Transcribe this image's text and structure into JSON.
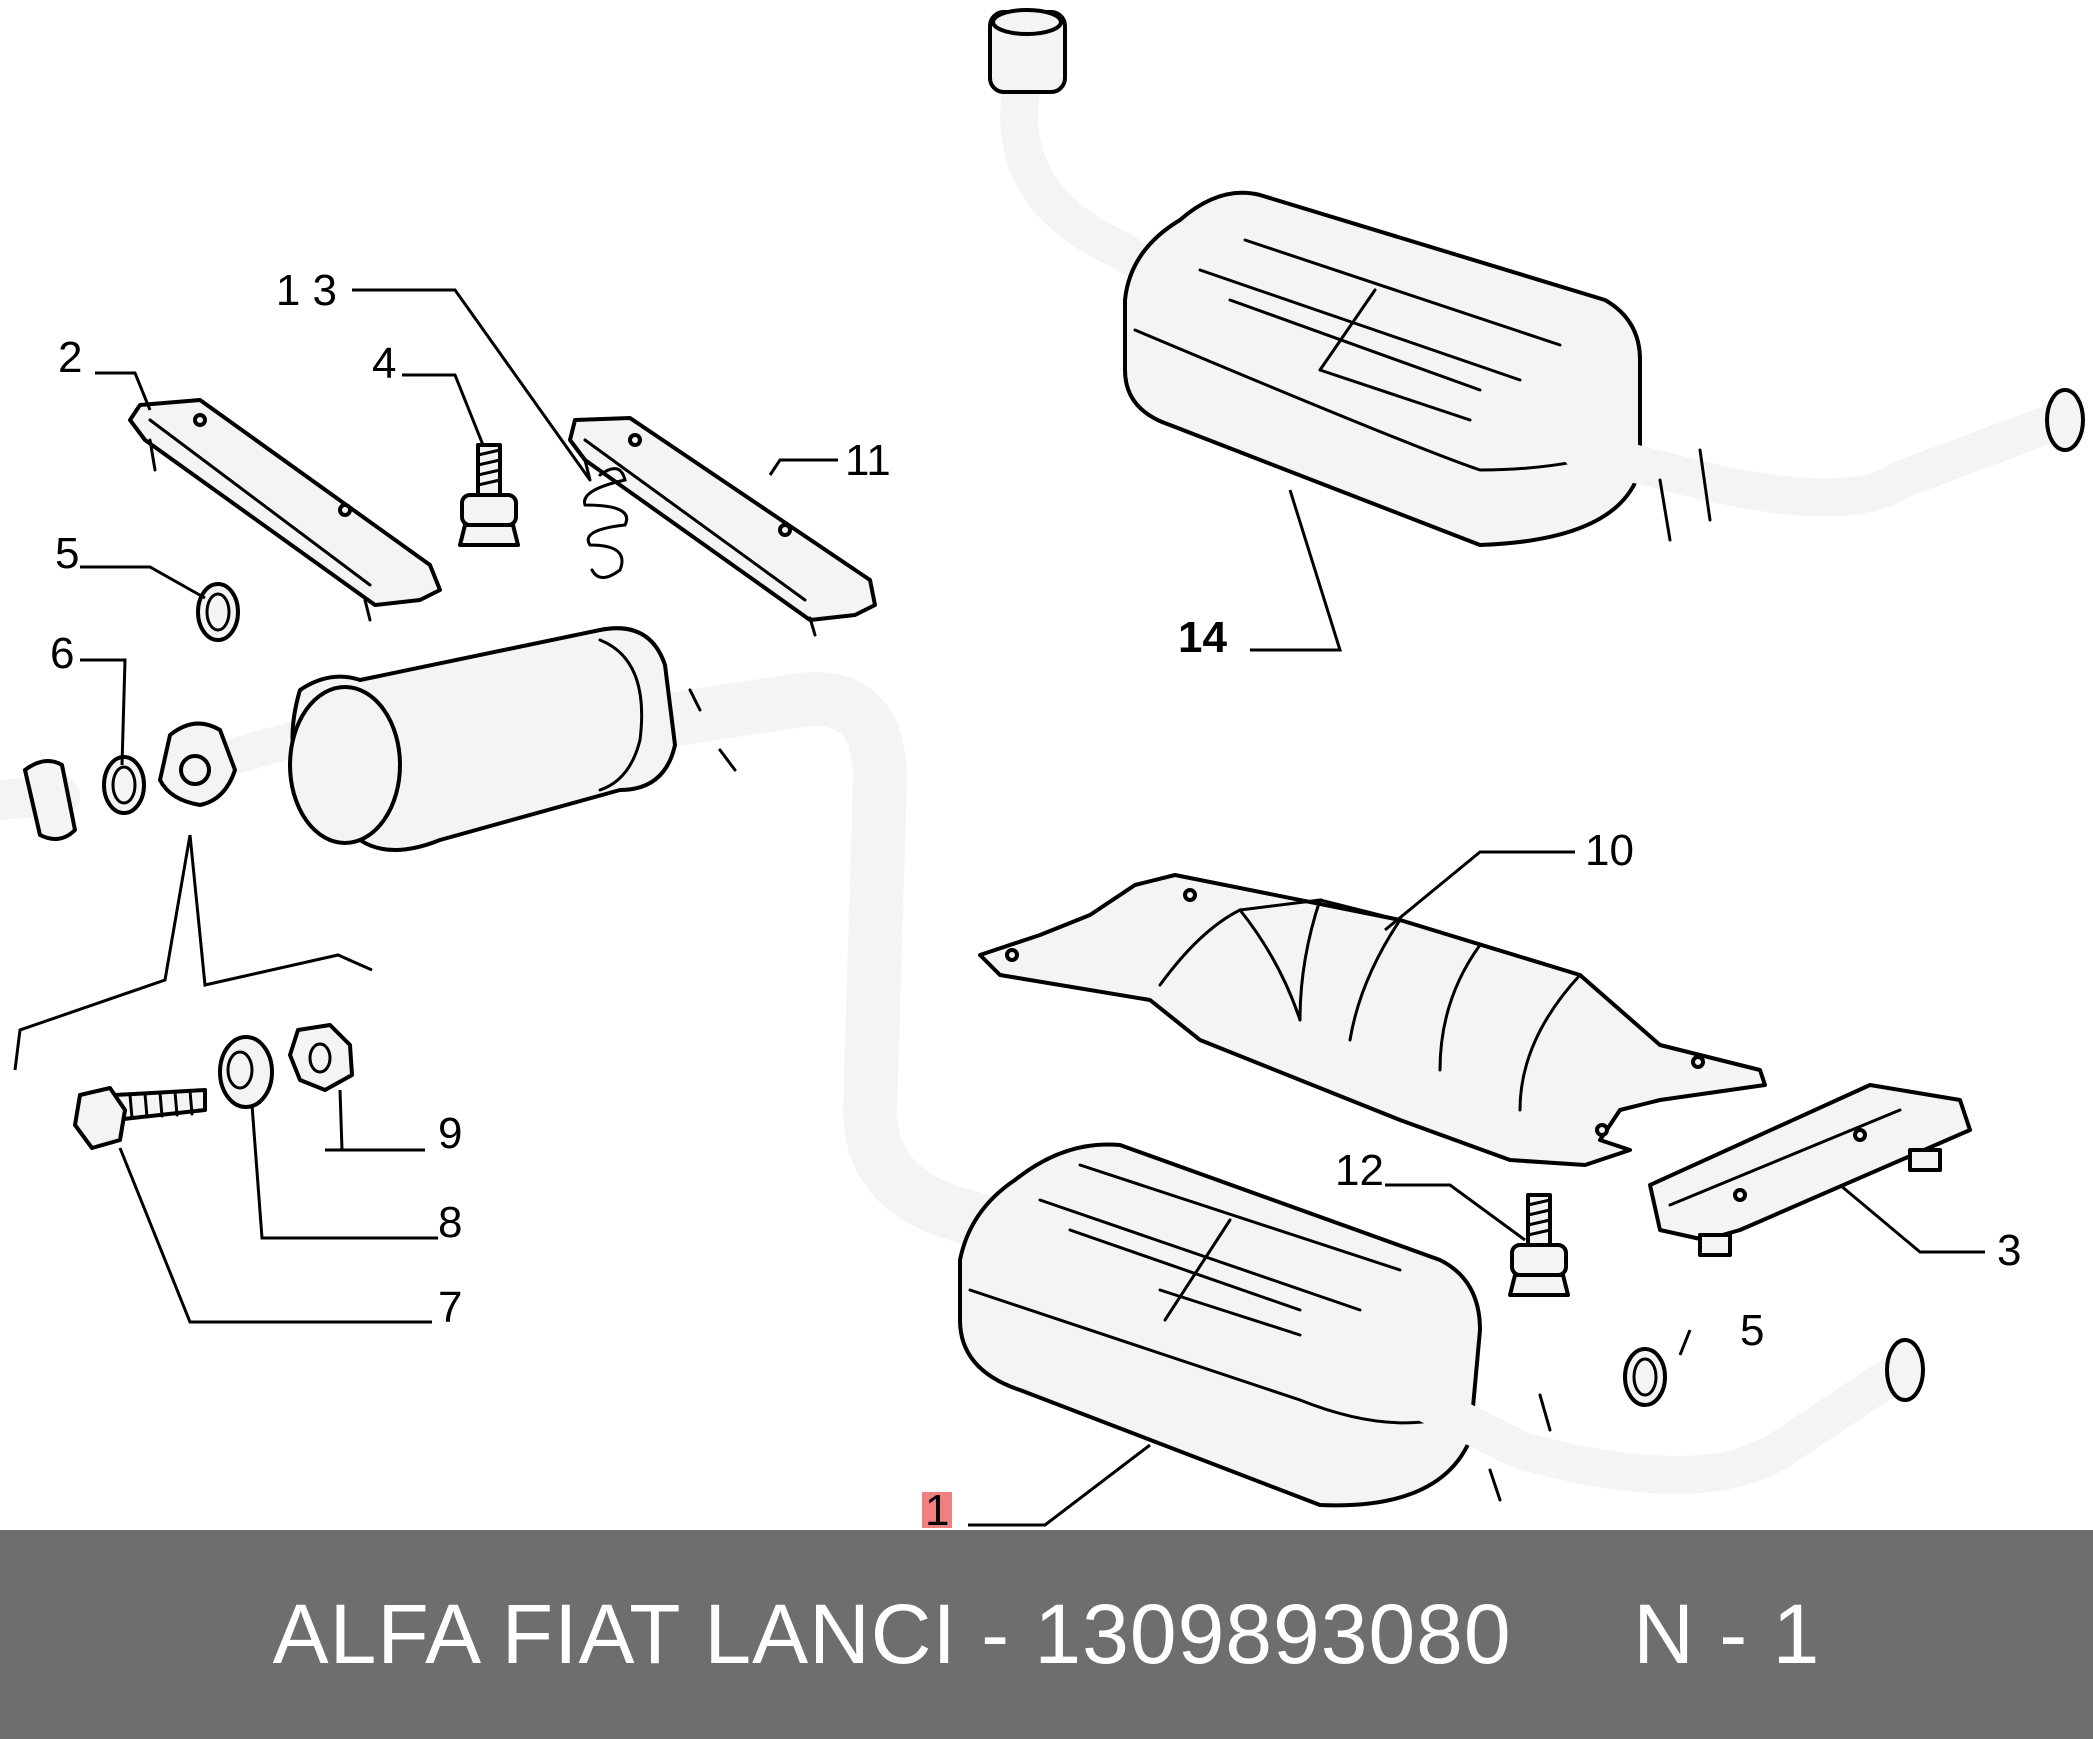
{
  "callouts": {
    "c1": "1",
    "c2": "2",
    "c3": "3",
    "c4": "4",
    "c5a": "5",
    "c5b": "5",
    "c6": "6",
    "c7": "7",
    "c8": "8",
    "c9": "9",
    "c10": "10",
    "c11": "11",
    "c12": "12",
    "c13": "1 3",
    "c14": "14"
  },
  "footer": {
    "text": "ALFA FIAT LANCI - 1309893080     N - 1"
  },
  "colors": {
    "banner": "#6e6e6e",
    "highlight": "#f08080"
  }
}
